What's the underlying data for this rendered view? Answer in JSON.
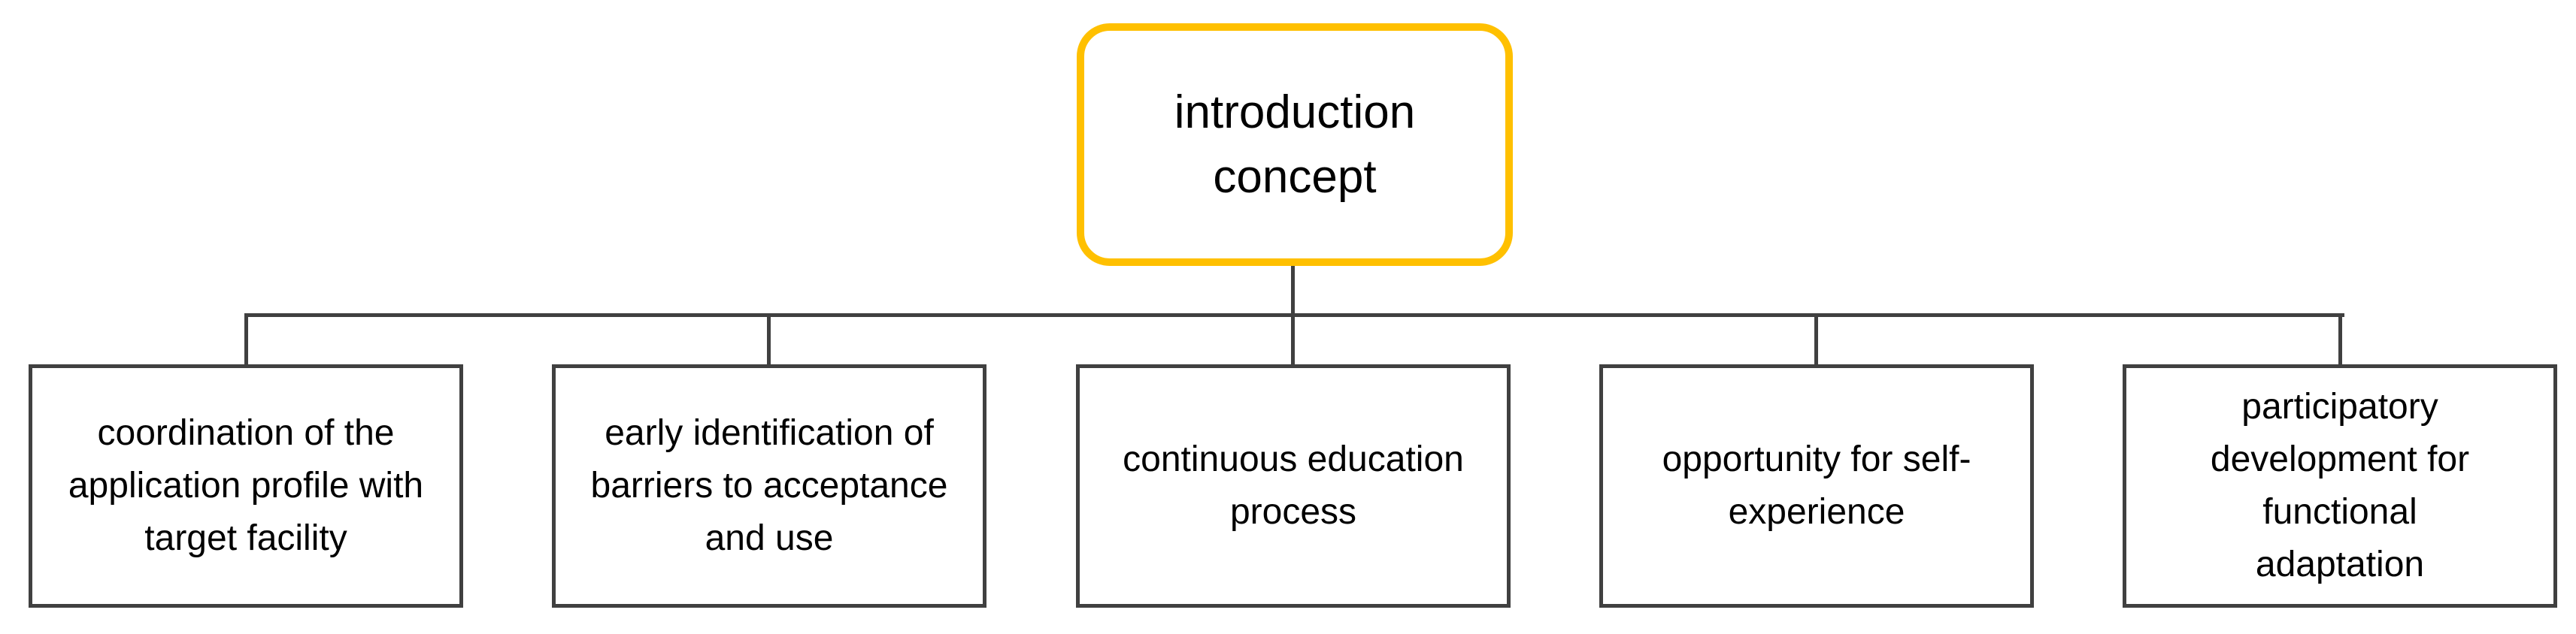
{
  "diagram": {
    "root": {
      "label": "introduction concept",
      "border_color": "#FFC000"
    },
    "children": [
      {
        "label": "coordination of the application profile with target facility"
      },
      {
        "label": "early identification of barriers to acceptance and use"
      },
      {
        "label": "continuous education process"
      },
      {
        "label": "opportunity for self-experience"
      },
      {
        "label": "participatory development for functional adaptation"
      }
    ],
    "connector_color": "#404040"
  }
}
